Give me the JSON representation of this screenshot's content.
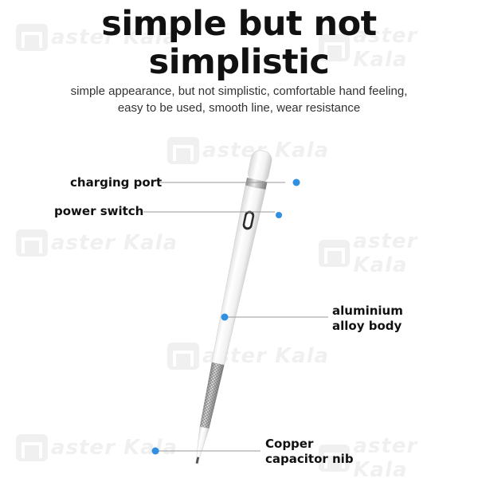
{
  "headline": {
    "line1": "simple but not",
    "line2": "simplistic"
  },
  "subtitle": "simple appearance, but not simplistic, comfortable hand feeling, easy to be used, smooth line, wear resistance",
  "watermark": {
    "text": "aster Kala"
  },
  "callouts": {
    "charging_port": "charging port",
    "power_switch": "power switch",
    "body_line1": "aluminium",
    "body_line2": "alloy body",
    "nib_line1": "Copper",
    "nib_line2": "capacitor nib"
  },
  "colors": {
    "accent_dot": "#2f8fe0",
    "leader_line": "#9a9a9a",
    "pen_body": "#f4f4f4"
  }
}
